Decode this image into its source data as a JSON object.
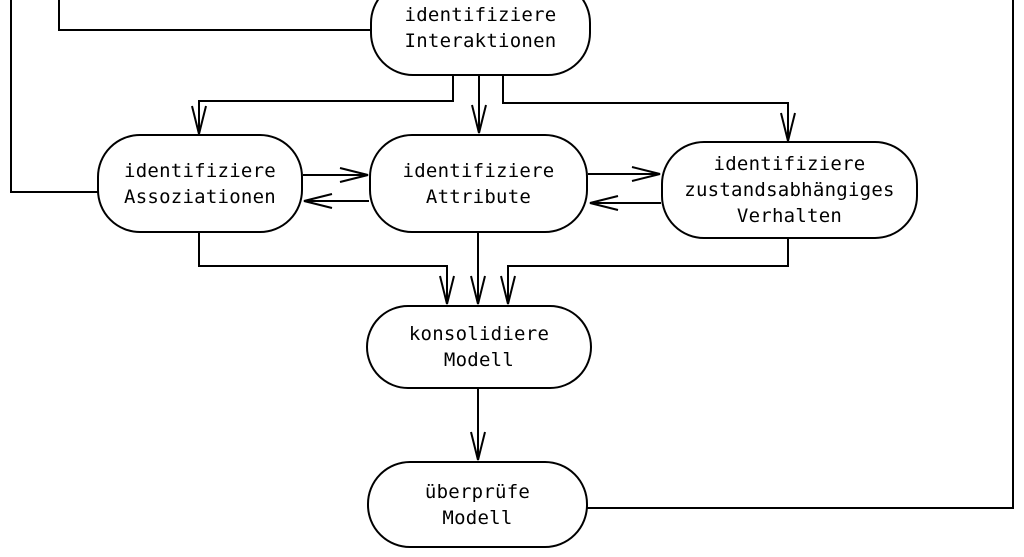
{
  "diagram": {
    "background_color": "#ffffff",
    "line_color": "#000000",
    "node_fill_color": "#ffffff",
    "nodes": [
      {
        "id": "interaktionen",
        "lines": [
          "identifiziere",
          "Interaktionen"
        ]
      },
      {
        "id": "assoziationen",
        "lines": [
          "identifiziere",
          "Assoziationen"
        ]
      },
      {
        "id": "attribute",
        "lines": [
          "identifiziere",
          "Attribute"
        ]
      },
      {
        "id": "verhalten",
        "lines": [
          "identifiziere",
          "zustandsabhängiges",
          "Verhalten"
        ]
      },
      {
        "id": "konsolidiere",
        "lines": [
          "konsolidiere",
          "Modell"
        ]
      },
      {
        "id": "ueberpruefe",
        "lines": [
          "überprüfe",
          "Modell"
        ]
      }
    ],
    "edges": [
      {
        "from": "feedback-loop-left-outer",
        "to": "assoziationen",
        "arrowhead": false
      },
      {
        "from": "feedback-loop-left-inner",
        "to": "interaktionen",
        "arrowhead": false
      },
      {
        "from": "interaktionen",
        "to": "assoziationen",
        "arrowhead": true
      },
      {
        "from": "interaktionen",
        "to": "attribute",
        "arrowhead": true
      },
      {
        "from": "interaktionen",
        "to": "verhalten",
        "arrowhead": true
      },
      {
        "from": "assoziationen",
        "to": "attribute",
        "arrowhead": true
      },
      {
        "from": "attribute",
        "to": "assoziationen",
        "arrowhead": true
      },
      {
        "from": "attribute",
        "to": "verhalten",
        "arrowhead": true
      },
      {
        "from": "verhalten",
        "to": "attribute",
        "arrowhead": true
      },
      {
        "from": "assoziationen",
        "to": "konsolidiere",
        "arrowhead": true
      },
      {
        "from": "attribute",
        "to": "konsolidiere",
        "arrowhead": true
      },
      {
        "from": "verhalten",
        "to": "konsolidiere",
        "arrowhead": true
      },
      {
        "from": "konsolidiere",
        "to": "ueberpruefe",
        "arrowhead": true
      },
      {
        "from": "ueberpruefe",
        "to": "feedback-loop-right-riser",
        "arrowhead": false
      }
    ]
  }
}
